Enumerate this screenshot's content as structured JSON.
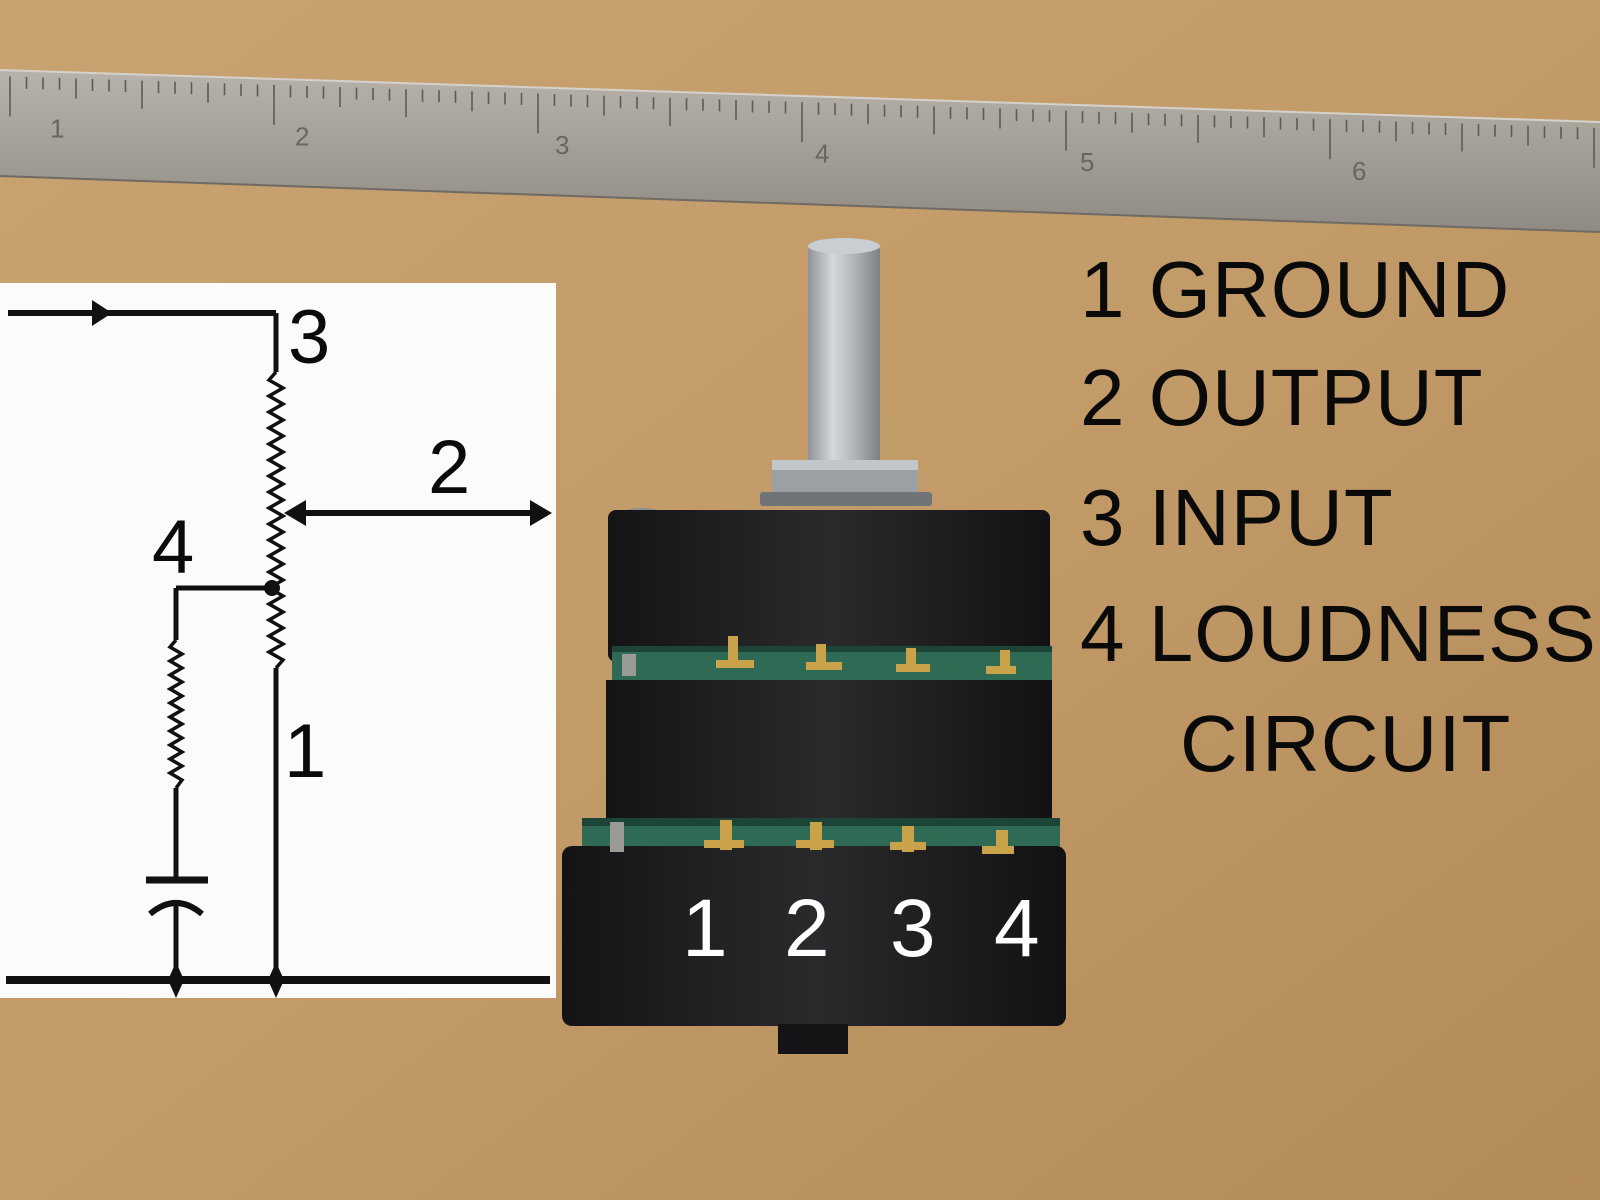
{
  "legend": {
    "line1": "1 GROUND",
    "line2": "2 OUTPUT",
    "line3": "3 INPUT",
    "line4": "4 LOUDNESS",
    "line5": "CIRCUIT"
  },
  "schematic": {
    "label_input": "3",
    "label_output": "2",
    "label_loudness": "4",
    "label_ground": "1"
  },
  "pins": [
    "1",
    "2",
    "3",
    "4"
  ],
  "ruler": {
    "numbers": [
      "1",
      "2",
      "3",
      "4",
      "5",
      "6"
    ]
  },
  "colors": {
    "background": "#c39d6a",
    "ruler": "#a9a39b",
    "component_body": "#1c1c1e",
    "pcb_strip": "#2f6a55",
    "shaft": "#b3b8bc",
    "schematic_bg": "#fbfbfa"
  }
}
